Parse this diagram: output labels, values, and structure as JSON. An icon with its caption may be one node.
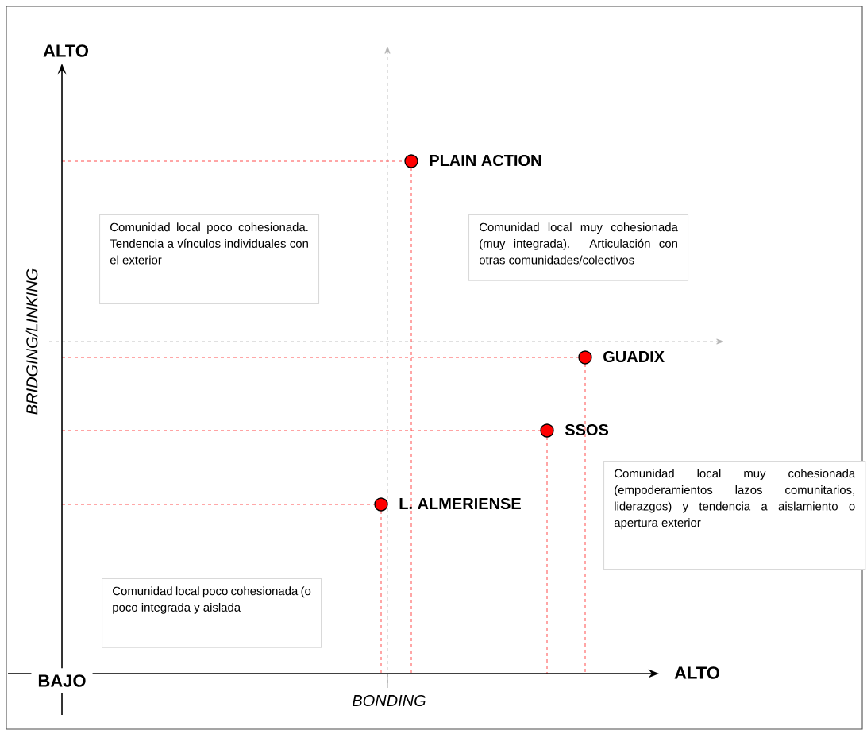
{
  "diagram": {
    "nodes": [
      {
        "text": [
          "Comunidad local poco cohesionada. Tendencia a vínculos individuales con el exterior"
        ]
      },
      {
        "text": [
          "Comunidad local muy cohesionada (muy integrada). Articulación con otras comunidades/colectivos"
        ]
      },
      {
        "text": [
          "Comunidad local muy cohesionada (empoderamientos lazos comunitarios, liderazgos) y tendencia a aislamiento o apertura exterior"
        ]
      },
      {
        "text": [
          "Comunidad local poco cohesionada (o poco integrada y aislada"
        ]
      },
      {
        "text": [],
        "shape": "circle",
        "beside": [
          "PLAIN ACTION"
        ]
      },
      {
        "text": [],
        "shape": "circle",
        "beside": [
          "GUADIX"
        ]
      },
      {
        "text": [],
        "shape": "circle",
        "beside": [
          "SSOS"
        ]
      },
      {
        "text": [],
        "shape": "circle",
        "beside": [
          "L. ALMERIENSE"
        ]
      }
    ],
    "edges": [],
    "labels": [
      "ALTO",
      "BRIDGING/LINKING",
      "BAJO",
      "ALTO",
      "BONDING"
    ]
  }
}
